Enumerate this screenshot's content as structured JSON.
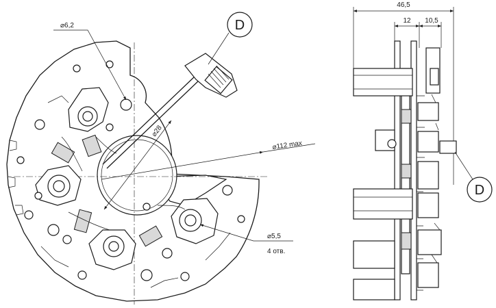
{
  "dimensions": {
    "hole_diameter": "⌀6,2",
    "bore_diameter": "⌀28",
    "outer_diameter": "⌀112 max",
    "mount_hole_diameter": "⌀5,5",
    "mount_hole_count": "4 отв.",
    "overall_width": "46,5",
    "width_a": "12",
    "width_b": "10,5"
  },
  "callouts": {
    "front_view": "D",
    "side_view": "D"
  }
}
